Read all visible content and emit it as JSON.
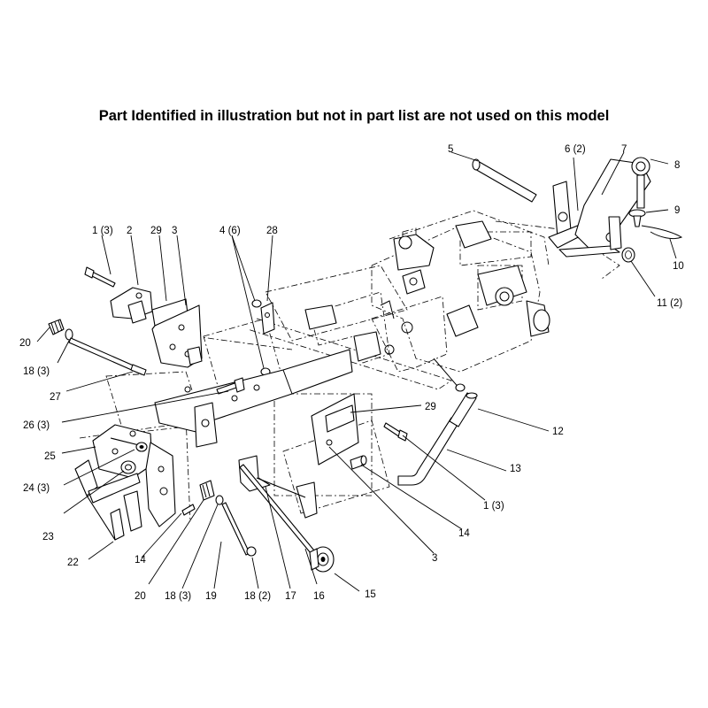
{
  "title": "Part Identified in illustration but not in part list are not used on this model",
  "callouts": {
    "c1_3_top": "1 (3)",
    "c2": "2",
    "c29_top": "29",
    "c3_top": "3",
    "c4_6": "4 (6)",
    "c28": "28",
    "c5": "5",
    "c6_2": "6 (2)",
    "c7": "7",
    "c8": "8",
    "c9": "9",
    "c10": "10",
    "c11_2": "11 (2)",
    "c20_left": "20",
    "c18_3_left": "18 (3)",
    "c27": "27",
    "c26_3": "26 (3)",
    "c25": "25",
    "c24_3": "24 (3)",
    "c23": "23",
    "c22": "22",
    "c14_left": "14",
    "c20_bottom": "20",
    "c18_3_bottom": "18 (3)",
    "c19": "19",
    "c18_2": "18 (2)",
    "c17": "17",
    "c16": "16",
    "c15": "15",
    "c3_bottom": "3",
    "c14_right": "14",
    "c1_3_right": "1 (3)",
    "c13": "13",
    "c12": "12",
    "c29_right": "29"
  }
}
